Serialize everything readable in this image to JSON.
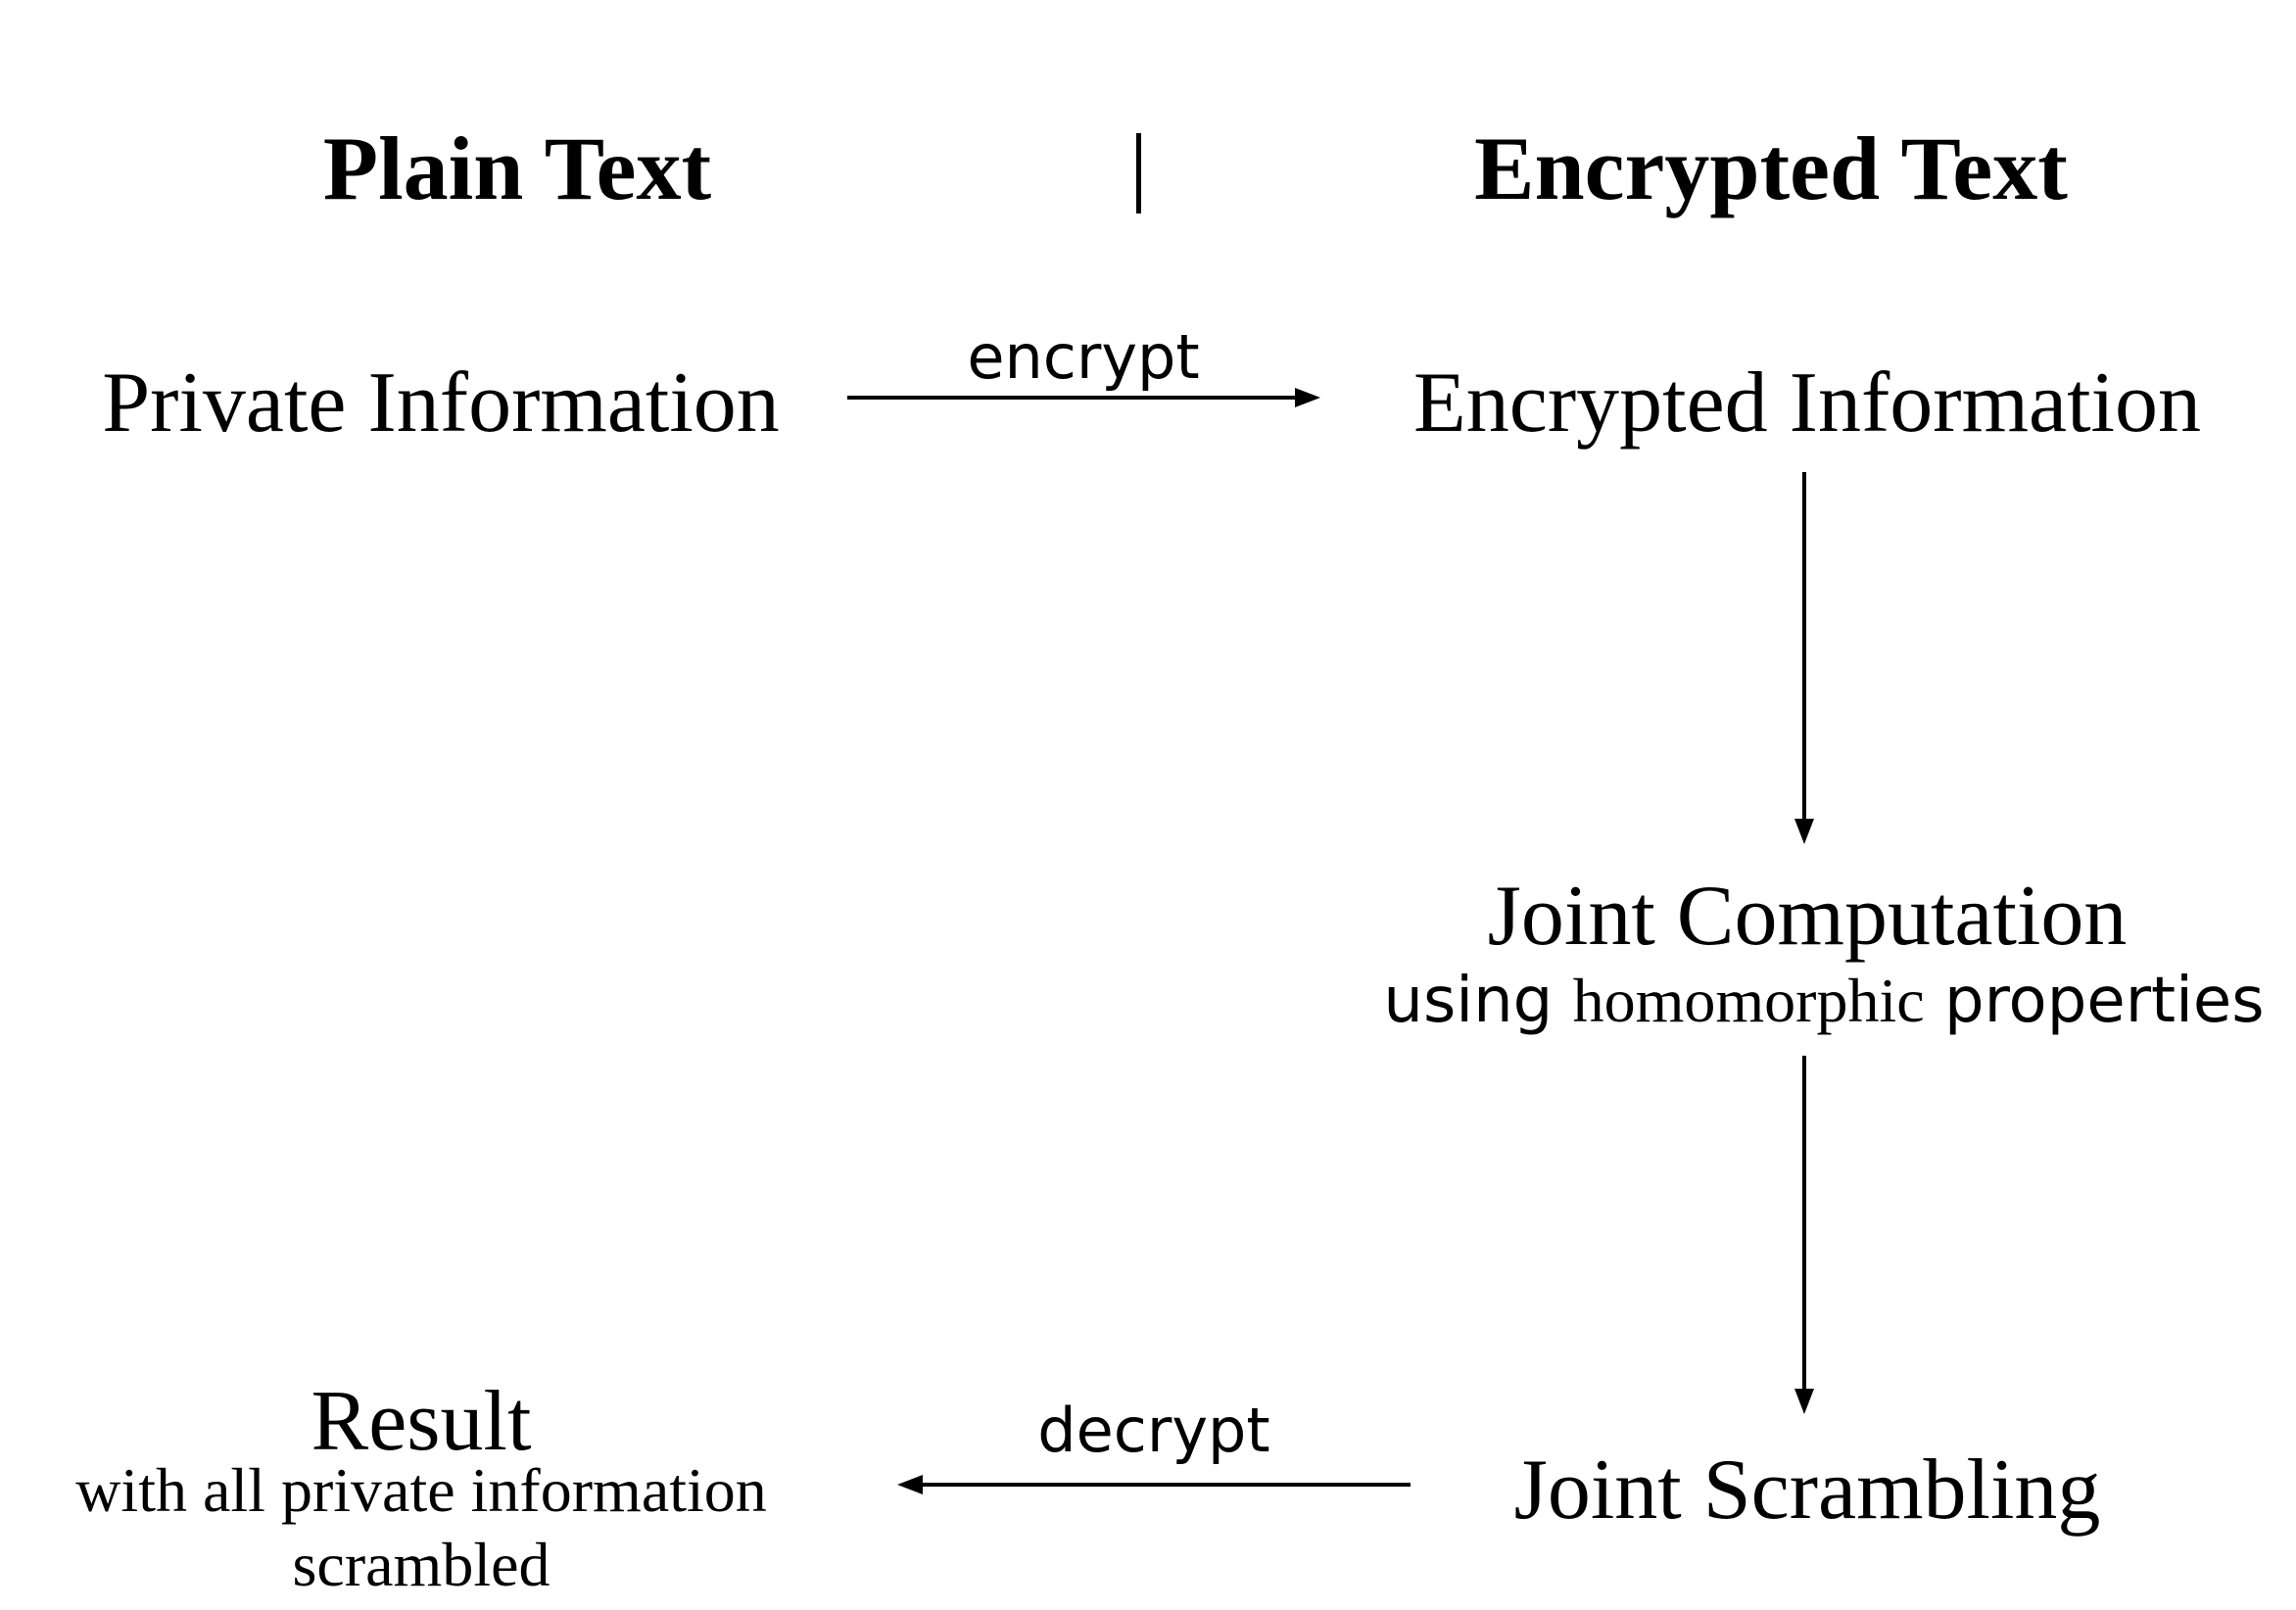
{
  "headers": {
    "plain": "Plain Text",
    "encrypted": "Encrypted Text"
  },
  "nodes": {
    "private_information": "Private Information",
    "encrypted_information": "Encrypted Information",
    "joint_computation": {
      "title": "Joint Computation",
      "subtitle_pre": "using ",
      "subtitle_mid": "homomorphic",
      "subtitle_post": " properties"
    },
    "joint_scrambling": "Joint Scrambling",
    "result": {
      "title": "Result",
      "subtitle_line1": "with all private information",
      "subtitle_line2": "scrambled"
    }
  },
  "edges": {
    "encrypt": "encrypt",
    "decrypt": "decrypt"
  }
}
